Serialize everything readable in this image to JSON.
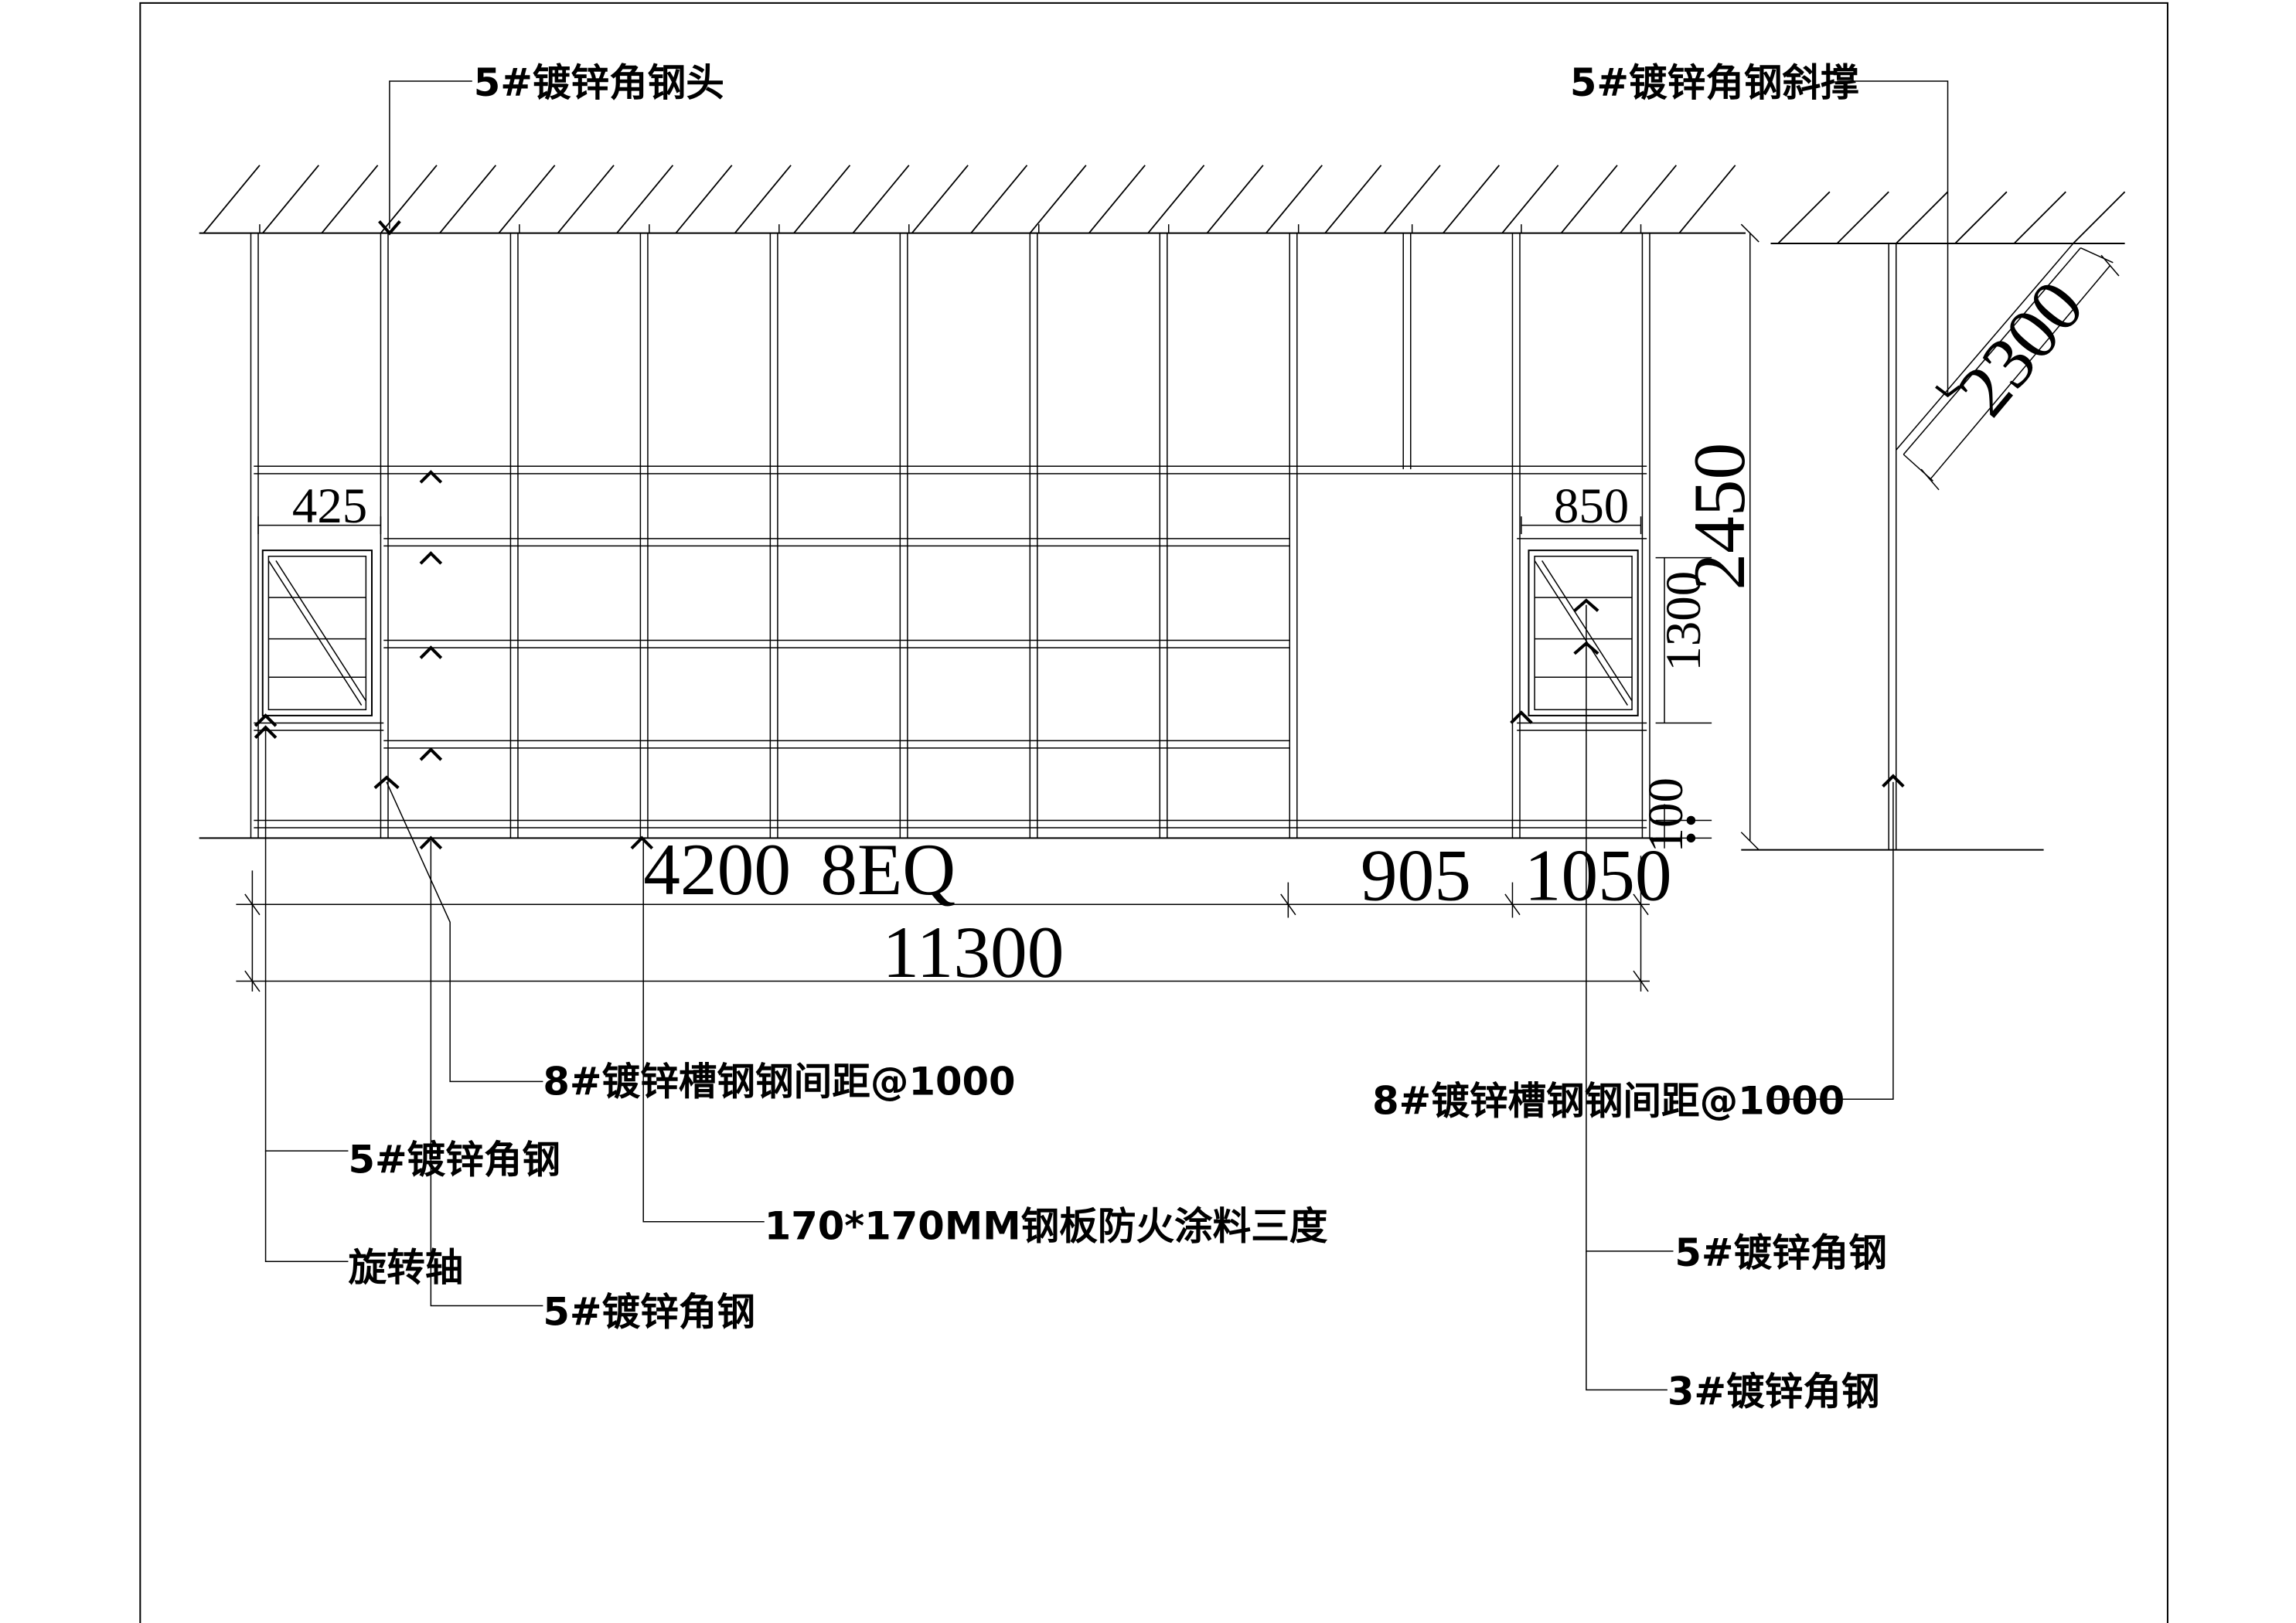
{
  "labels": {
    "angle_head": "5#镀锌角钢头",
    "angle_brace": "5#镀锌角钢斜撑",
    "channel_left": "8#镀锌槽钢钢间距@1000",
    "angle_left_1": "5#镀锌角钢",
    "pivot": "旋转轴",
    "angle_left_2": "5#镀锌角钢",
    "plate": "170*170MM钢板防火涂料三度",
    "channel_right": "8#镀锌槽钢钢间距@1000",
    "angle_right_5": "5#镀锌角钢",
    "angle_right_3": "3#镀锌角钢"
  },
  "dimensions": {
    "d425": "425",
    "d850": "850",
    "d2450": "2450",
    "d1300": "1300",
    "d100": "100",
    "d2300": "2300",
    "d4200": "4200",
    "d8eq": "8EQ",
    "d905": "905",
    "d1050": "1050",
    "d11300": "11300"
  }
}
